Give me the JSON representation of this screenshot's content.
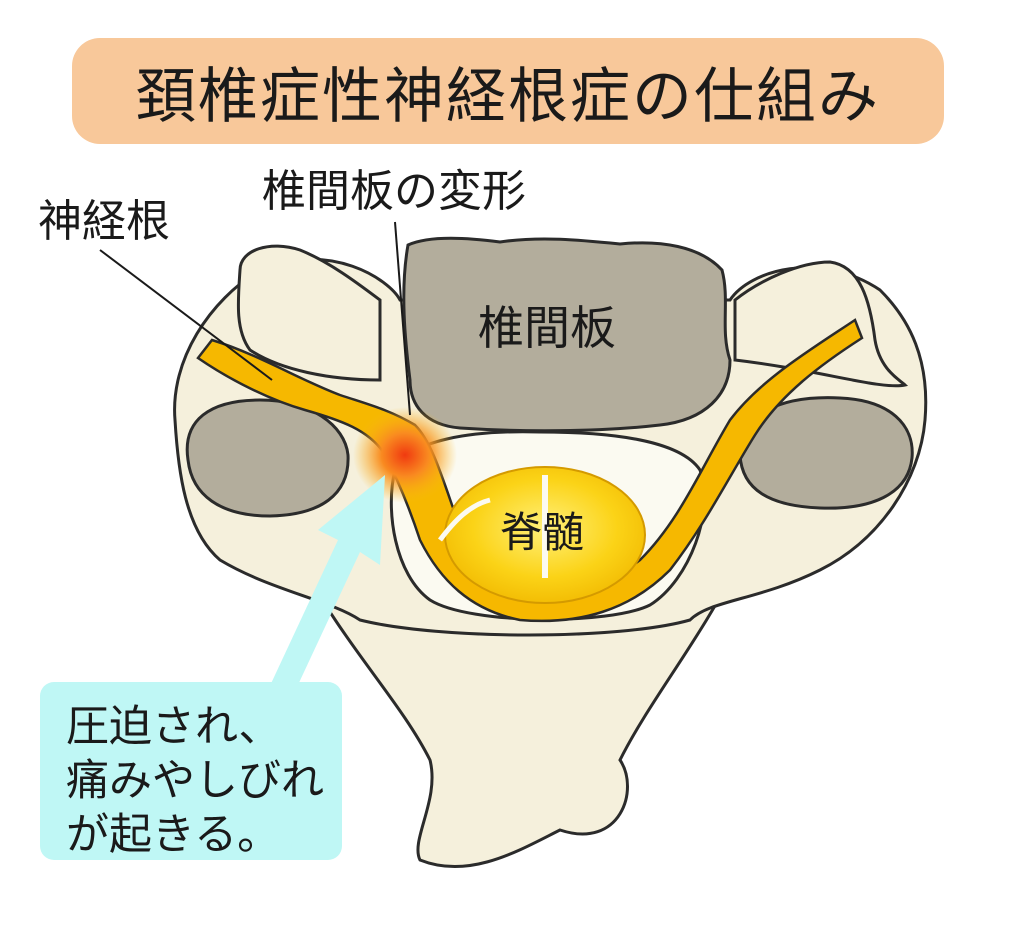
{
  "title": "頚椎症性神経根症の仕組み",
  "labels": {
    "nerve_root": "神経根",
    "disc_deformation": "椎間板の変形",
    "disc": "椎間板",
    "spinal_cord": "脊髄"
  },
  "callout": {
    "lines": [
      "圧迫され、",
      "痛みやしびれ",
      "が起きる。"
    ]
  },
  "colors": {
    "title_bg": "#f8c89a",
    "bone": "#f5f0dc",
    "bone_outline": "#2b2b2b",
    "disc": "#b3ad9c",
    "nerve": "#f6b800",
    "spinal_cord": "#fbd317",
    "inflammation": "#f05a1a",
    "callout_bg": "#bff7f5"
  }
}
